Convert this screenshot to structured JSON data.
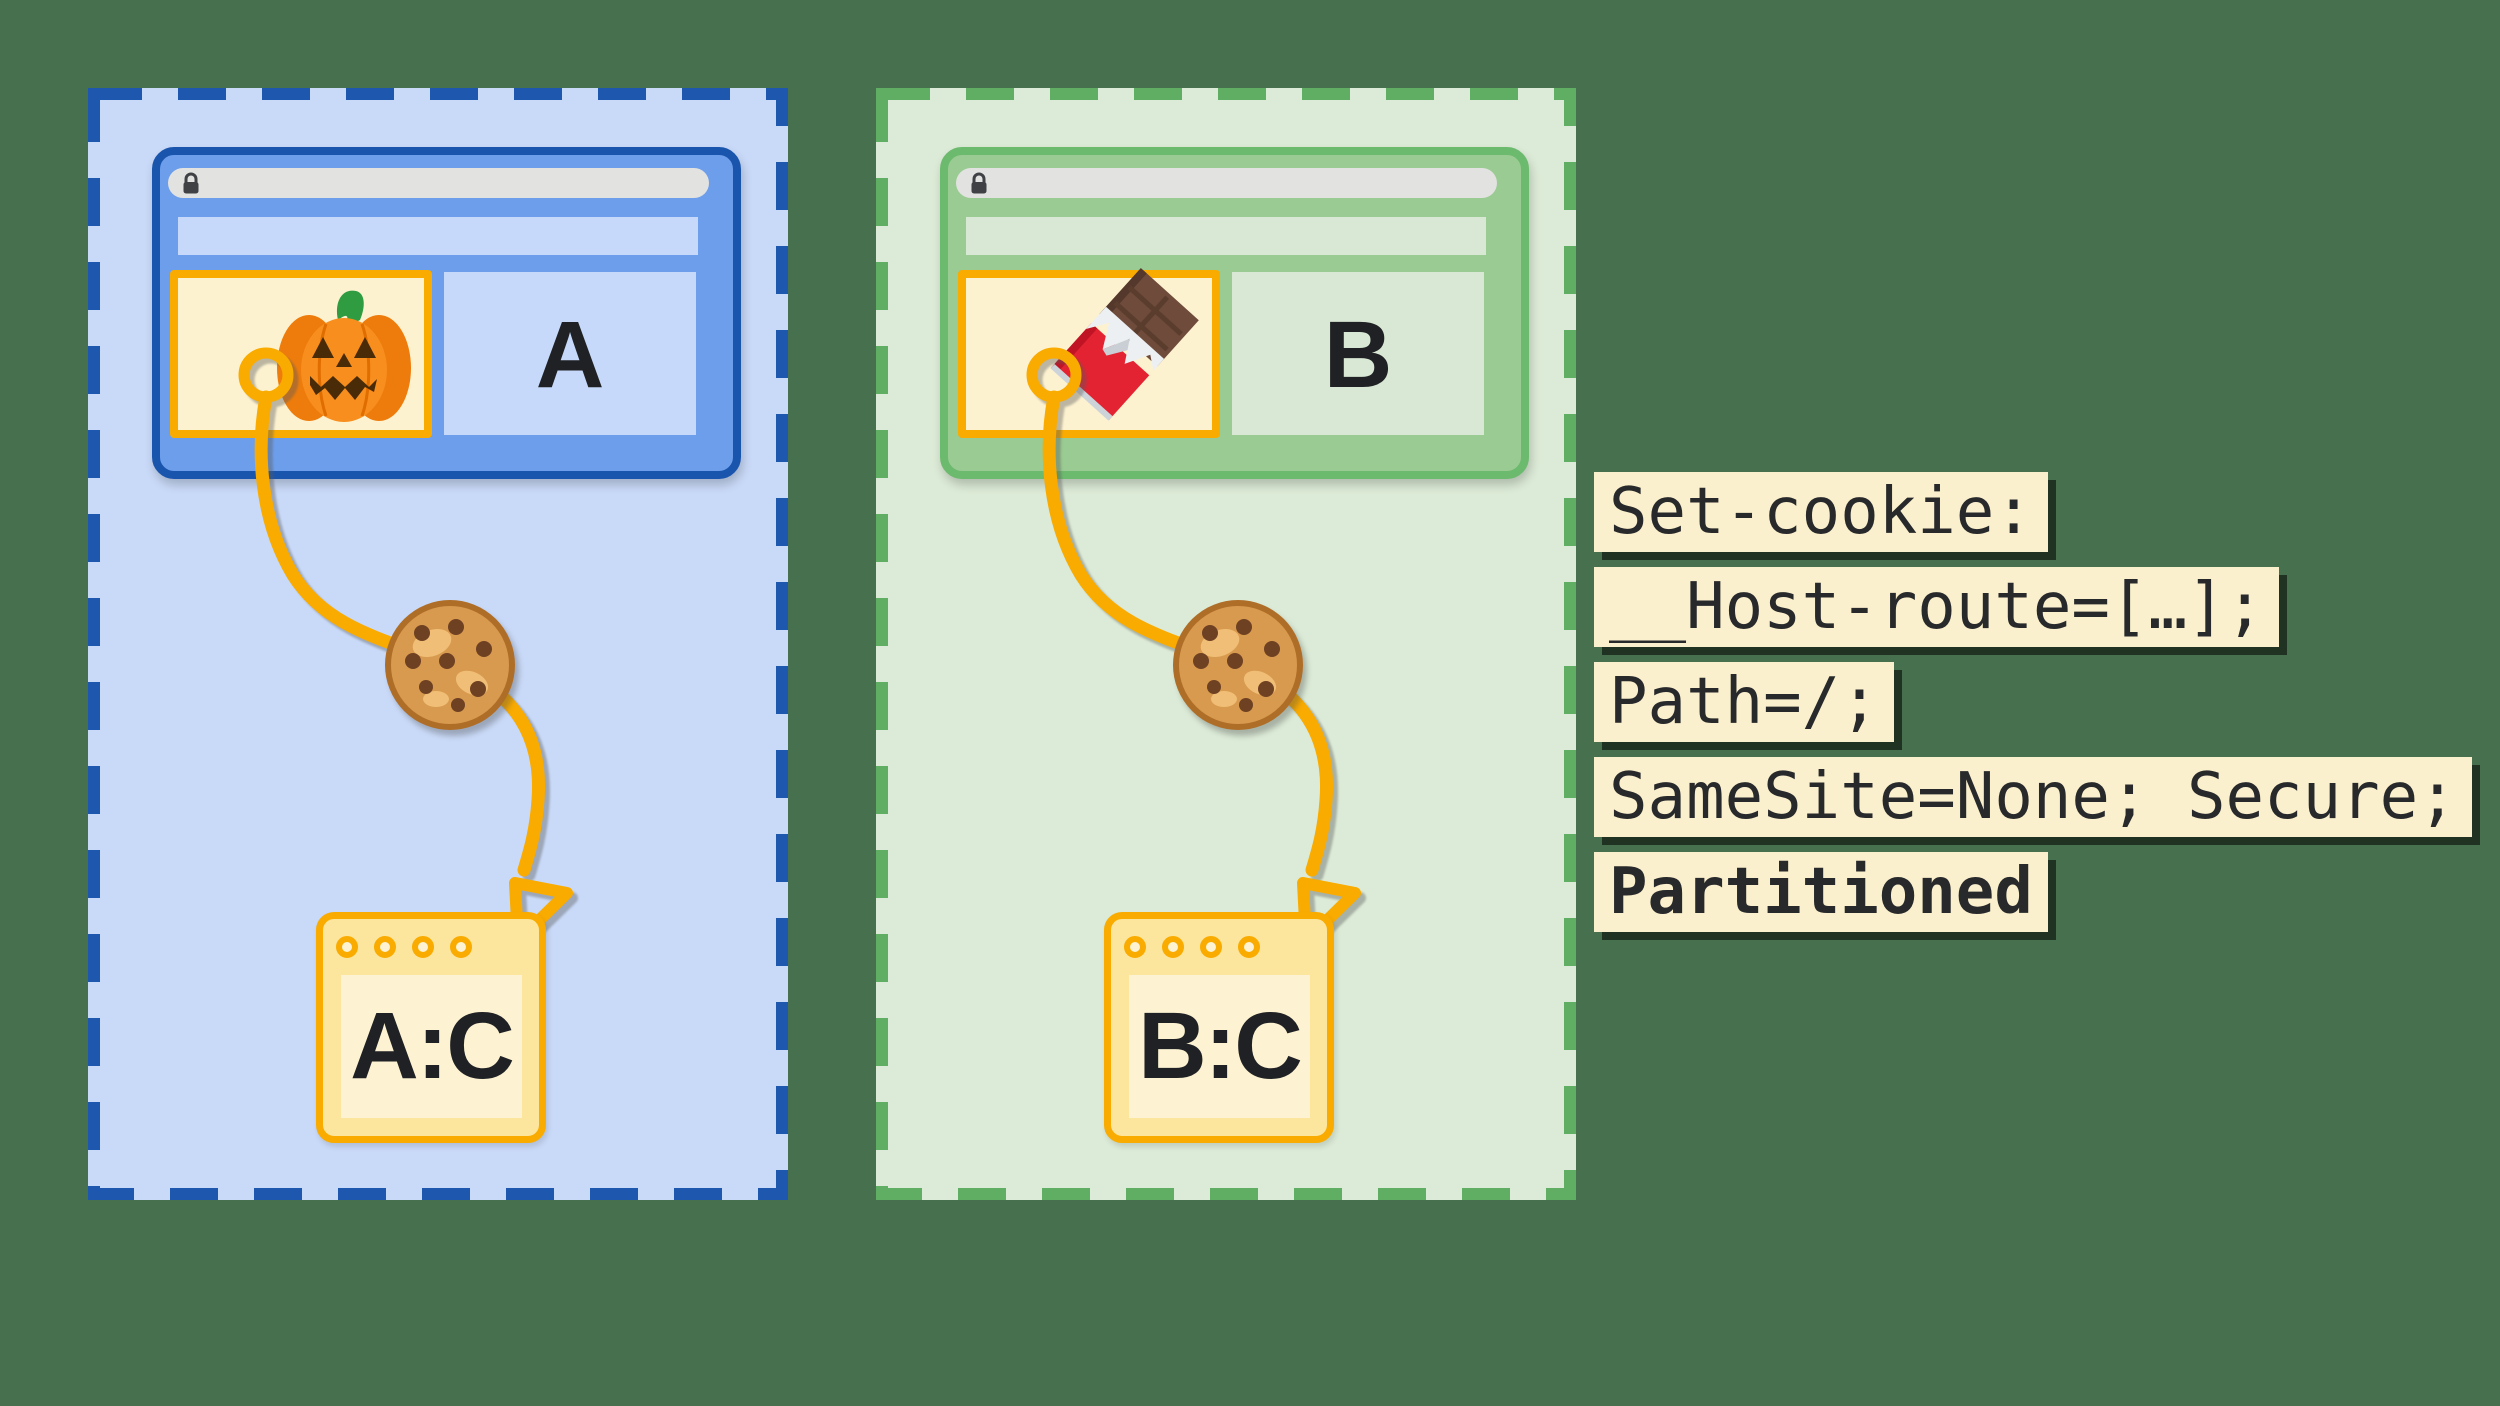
{
  "diagram_subject": "partitioned-cookies",
  "shared_colors": {
    "background": "#47714E",
    "accent": "#F9AB00",
    "iframe_fill": "#FDF2D0",
    "storage_outer": "#FCE59D",
    "storage_inner": "#FDF3D2",
    "code_bg": "#FBF0CD",
    "code_text": "#28292B",
    "text_dark": "#202124",
    "address_bar": "#E2E2E0",
    "lock": "#3F4145"
  },
  "panels": [
    {
      "site_label": "A",
      "storage_label": "A:C",
      "iframe_icon": "jack-o-lantern-icon",
      "cookie_icon": "cookie-icon",
      "colors": {
        "dash": "#1D57AE",
        "panel_fill": "#C9DAF8",
        "window_fill": "#6D9EEB",
        "window_border": "#1A55AD",
        "content_fill": "#C6D9FA"
      }
    },
    {
      "site_label": "B",
      "storage_label": "B:C",
      "iframe_icon": "chocolate-bar-icon",
      "cookie_icon": "cookie-icon",
      "colors": {
        "dash": "#5FAE63",
        "panel_fill": "#DCEBD7",
        "window_fill": "#9ACB92",
        "window_border": "#6CBA6E",
        "content_fill": "#D9E8D4"
      }
    }
  ],
  "code_block": {
    "lines": [
      {
        "text": "Set-cookie:",
        "bold": false
      },
      {
        "text": "__Host-route=[…];",
        "bold": false
      },
      {
        "text": "Path=/;",
        "bold": false
      },
      {
        "text": "SameSite=None; Secure;",
        "bold": false
      },
      {
        "text": "Partitioned",
        "bold": true
      }
    ]
  }
}
